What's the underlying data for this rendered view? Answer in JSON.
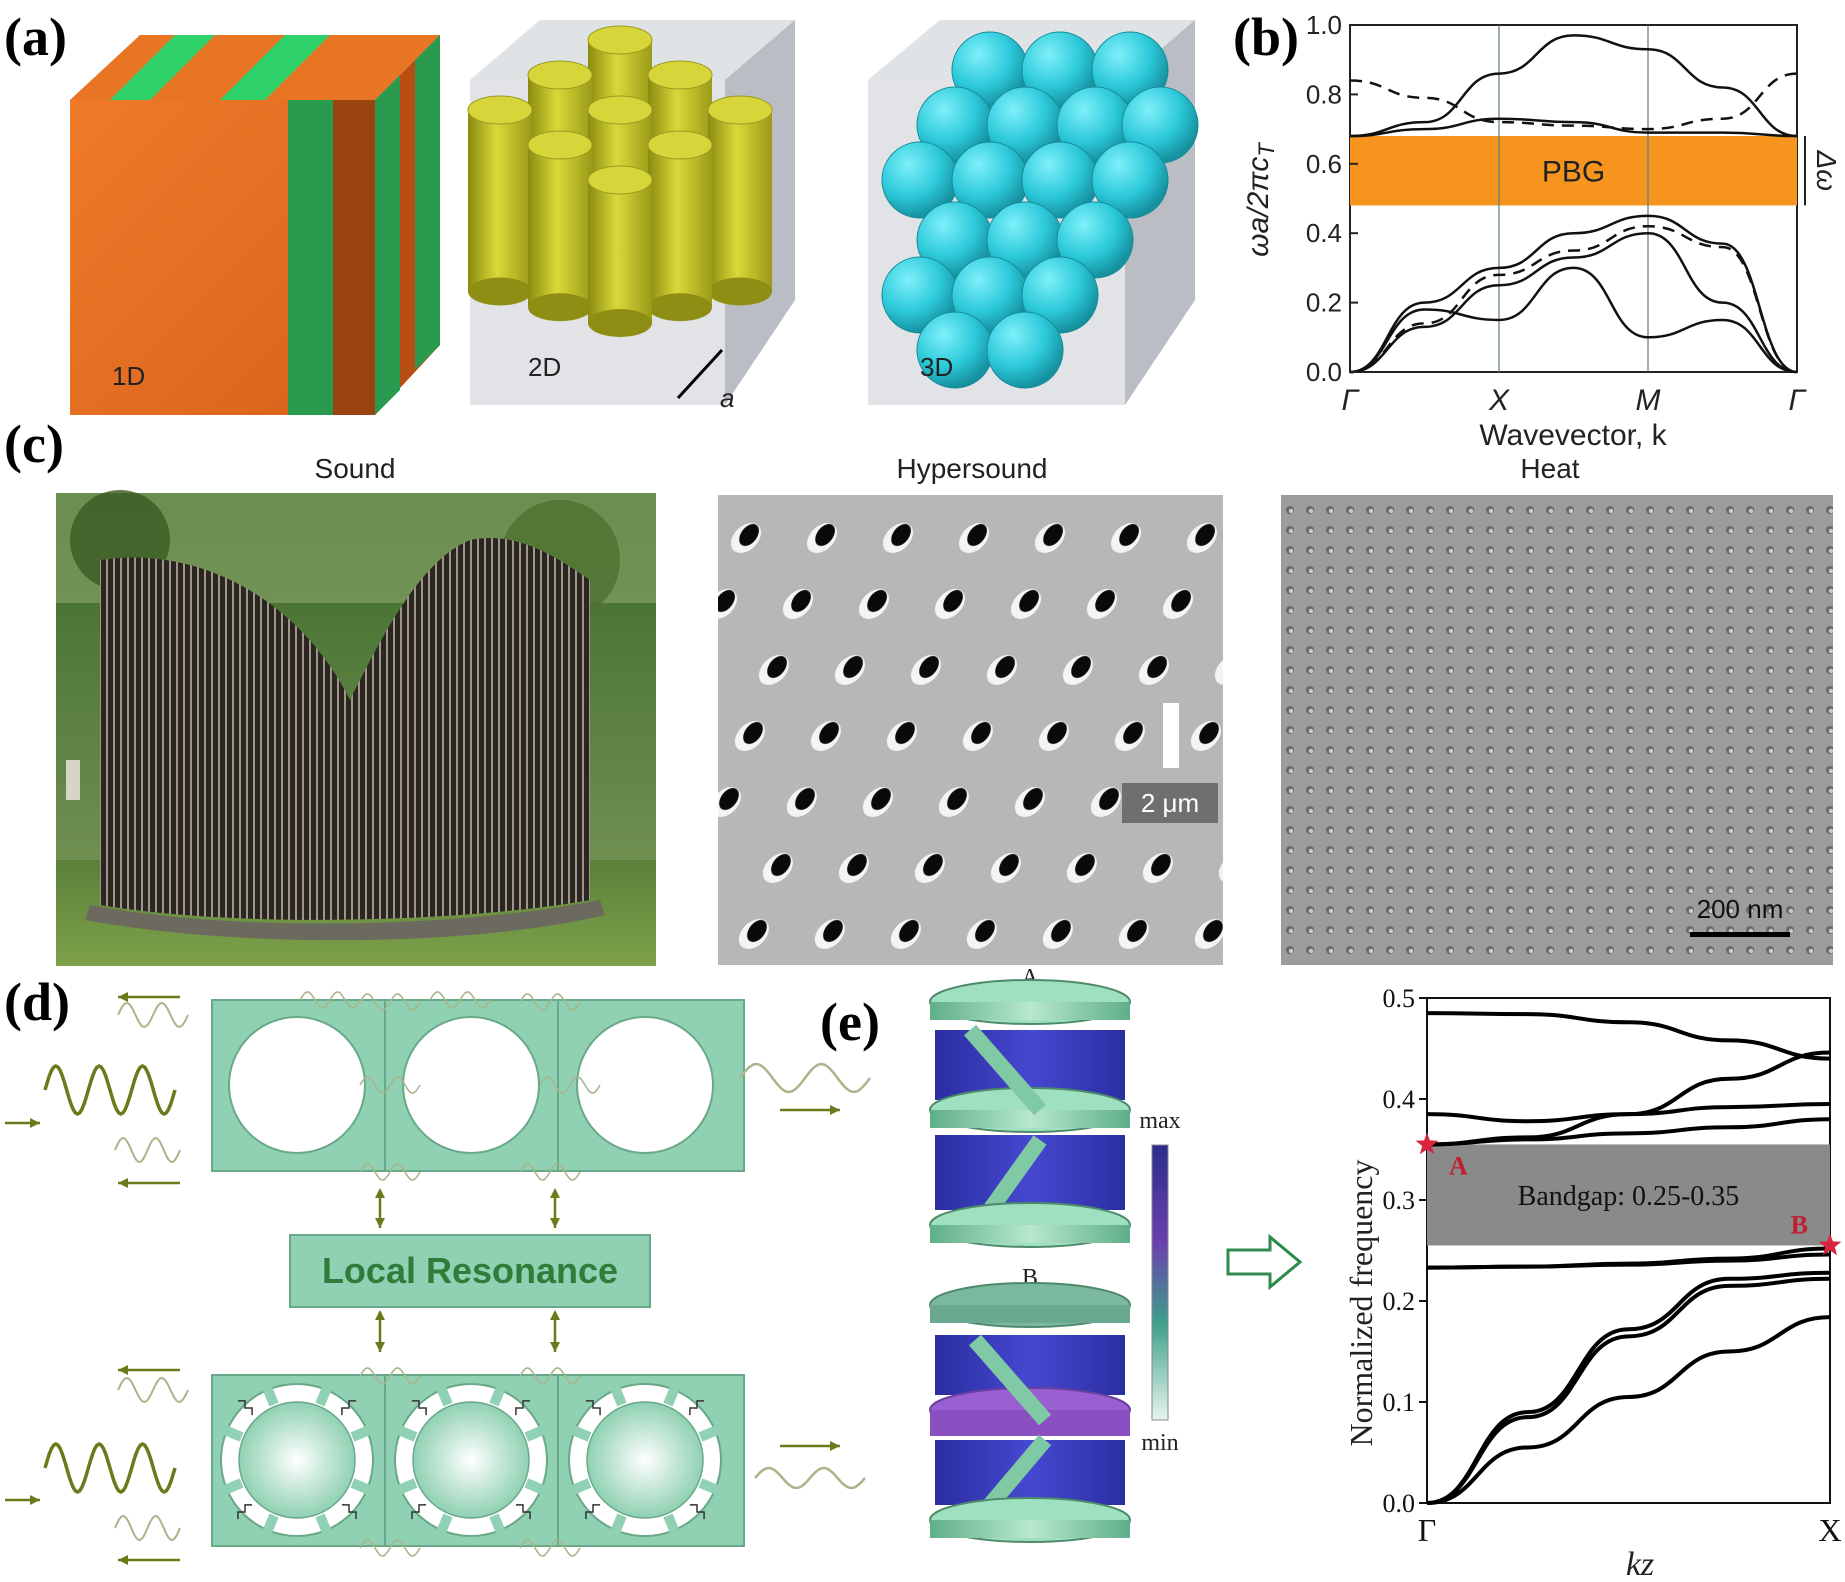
{
  "panels": {
    "a": {
      "label": "(a)",
      "dims": [
        "1D",
        "2D",
        "3D"
      ],
      "lattice_symbol": "a",
      "colors": {
        "orange": "#e66a1c",
        "green": "#2ecc6a",
        "yellow": "#c6c626",
        "cyan": "#2fd3e2"
      }
    },
    "b": {
      "label": "(b)",
      "ylabel": "ωa/2πc",
      "ylabel_sub": "T",
      "gap_label": "PBG",
      "delta_label": "Δω",
      "xlabel": "Wavevector, k",
      "gap_color": "#f7941d"
    },
    "c": {
      "label": "(c)",
      "titles": [
        "Sound",
        "Hypersound",
        "Heat"
      ],
      "scalebars": [
        "2 μm",
        "200 nm"
      ]
    },
    "d": {
      "label": "(d)",
      "center_label": "Local Resonance",
      "box_color": "#8fd1b2"
    },
    "e": {
      "label": "(e)",
      "modes": [
        "A",
        "B"
      ],
      "colorbar": {
        "max": "max",
        "min": "min"
      },
      "gap_text": "Bandgap: 0.25-0.35",
      "marker_labels": [
        "A",
        "B"
      ]
    }
  },
  "chart_data": [
    {
      "type": "line",
      "panel": "b",
      "title": "",
      "xlabel": "Wavevector, k",
      "ylabel": "ωa/2πcT",
      "x_ticks": [
        "Γ",
        "X",
        "M",
        "Γ"
      ],
      "y_ticks": [
        "0.0",
        "0.2",
        "0.4",
        "0.6",
        "0.8",
        "1.0"
      ],
      "ylim": [
        0,
        1.0
      ],
      "gap": {
        "label": "PBG",
        "y": [
          0.48,
          0.68
        ]
      },
      "series": [
        {
          "style": "solid",
          "x": [
            0,
            0.5,
            1.0,
            1.5,
            2.0,
            2.5,
            3.0
          ],
          "y": [
            0.0,
            0.13,
            0.25,
            0.33,
            0.4,
            0.2,
            0.0
          ]
        },
        {
          "style": "solid",
          "x": [
            0,
            0.5,
            1.0,
            1.5,
            2.0,
            2.5,
            3.0
          ],
          "y": [
            0.0,
            0.2,
            0.3,
            0.4,
            0.45,
            0.37,
            0.0
          ]
        },
        {
          "style": "solid",
          "x": [
            0,
            0.5,
            1.0,
            1.5,
            2.0,
            2.5,
            3.0
          ],
          "y": [
            0.0,
            0.18,
            0.15,
            0.3,
            0.1,
            0.15,
            0.0
          ]
        },
        {
          "style": "solid",
          "x": [
            0,
            0.5,
            1.0,
            1.5,
            2.0,
            2.5,
            3.0
          ],
          "y": [
            0.68,
            0.72,
            0.86,
            0.97,
            0.93,
            0.82,
            0.68
          ]
        },
        {
          "style": "solid",
          "x": [
            0,
            0.5,
            1.0,
            1.5,
            2.0,
            2.5,
            3.0
          ],
          "y": [
            0.68,
            0.7,
            0.73,
            0.72,
            0.69,
            0.69,
            0.68
          ]
        },
        {
          "style": "dashed",
          "x": [
            0,
            0.5,
            1.0,
            1.5,
            2.0,
            2.5,
            3.0
          ],
          "y": [
            0.84,
            0.79,
            0.72,
            0.71,
            0.7,
            0.73,
            0.86
          ]
        },
        {
          "style": "dashed",
          "x": [
            0,
            0.5,
            1.0,
            1.5,
            2.0,
            2.5,
            3.0
          ],
          "y": [
            0.0,
            0.14,
            0.28,
            0.35,
            0.42,
            0.36,
            0.0
          ]
        }
      ]
    },
    {
      "type": "line",
      "panel": "e",
      "title": "",
      "xlabel": "kz",
      "ylabel": "Normalized frequency",
      "x_ticks": [
        "Γ",
        "X"
      ],
      "y_ticks": [
        "0.0",
        "0.1",
        "0.2",
        "0.3",
        "0.4",
        "0.5"
      ],
      "ylim": [
        0,
        0.5
      ],
      "gap": {
        "label": "Bandgap: 0.25-0.35",
        "y": [
          0.255,
          0.355
        ]
      },
      "markers": [
        {
          "label": "A",
          "x": 0,
          "y": 0.355
        },
        {
          "label": "B",
          "x": 1,
          "y": 0.255
        }
      ],
      "series": [
        {
          "x": [
            0,
            0.25,
            0.5,
            0.75,
            1.0
          ],
          "y": [
            0.0,
            0.055,
            0.105,
            0.15,
            0.184
          ]
        },
        {
          "x": [
            0,
            0.25,
            0.5,
            0.75,
            1.0
          ],
          "y": [
            0.0,
            0.085,
            0.165,
            0.215,
            0.222
          ]
        },
        {
          "x": [
            0,
            0.25,
            0.5,
            0.75,
            1.0
          ],
          "y": [
            0.0,
            0.09,
            0.172,
            0.222,
            0.228
          ]
        },
        {
          "x": [
            0,
            0.25,
            0.5,
            0.75,
            1.0
          ],
          "y": [
            0.233,
            0.234,
            0.236,
            0.24,
            0.246
          ]
        },
        {
          "x": [
            0,
            0.25,
            0.5,
            0.75,
            1.0
          ],
          "y": [
            0.233,
            0.234,
            0.237,
            0.242,
            0.252
          ]
        },
        {
          "x": [
            0,
            0.25,
            0.5,
            0.75,
            1.0
          ],
          "y": [
            0.355,
            0.36,
            0.366,
            0.372,
            0.38
          ]
        },
        {
          "x": [
            0,
            0.25,
            0.5,
            0.75,
            1.0
          ],
          "y": [
            0.385,
            0.378,
            0.385,
            0.392,
            0.395
          ]
        },
        {
          "x": [
            0,
            0.25,
            0.5,
            0.75,
            1.0
          ],
          "y": [
            0.485,
            0.484,
            0.476,
            0.458,
            0.44
          ]
        },
        {
          "x": [
            0,
            0.25,
            0.5,
            0.75,
            1.0
          ],
          "y": [
            0.355,
            0.362,
            0.385,
            0.42,
            0.446
          ]
        }
      ]
    }
  ]
}
